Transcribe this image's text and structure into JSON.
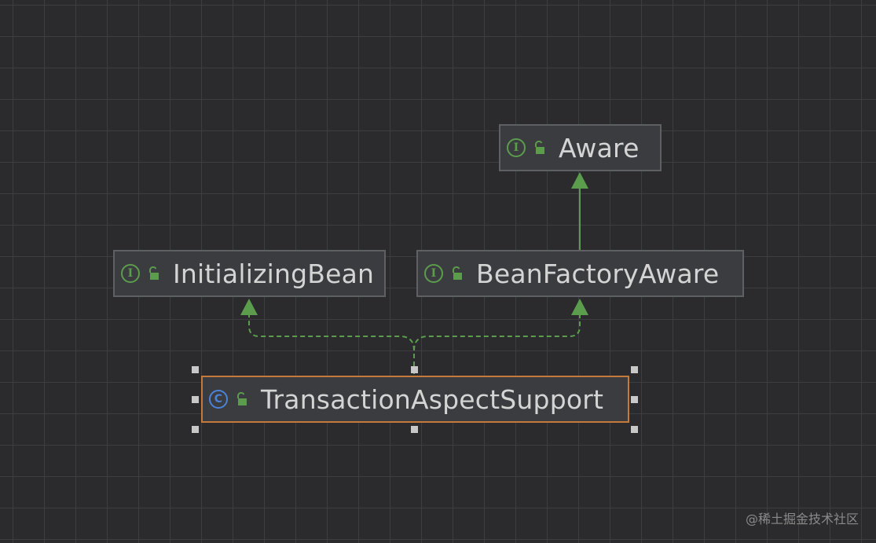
{
  "diagram": {
    "nodes": {
      "aware": {
        "label": "Aware",
        "kind_badge": "I",
        "kind": "interface"
      },
      "initializing_bean": {
        "label": "InitializingBean",
        "kind_badge": "I",
        "kind": "interface"
      },
      "bean_factory_aware": {
        "label": "BeanFactoryAware",
        "kind_badge": "I",
        "kind": "interface"
      },
      "transaction_aspect_support": {
        "label": "TransactionAspectSupport",
        "kind_badge": "C",
        "kind": "class"
      }
    },
    "edges": [
      {
        "from": "bean_factory_aware",
        "to": "aware",
        "style": "solid",
        "relation": "extends"
      },
      {
        "from": "transaction_aspect_support",
        "to": "initializing_bean",
        "style": "dashed",
        "relation": "implements"
      },
      {
        "from": "transaction_aspect_support",
        "to": "bean_factory_aware",
        "style": "dashed",
        "relation": "implements"
      }
    ],
    "selected_node": "transaction_aspect_support"
  },
  "icons": {
    "interface": "interface-badge-icon",
    "class": "class-badge-icon",
    "visibility": "public-lock-icon"
  },
  "colors": {
    "background": "#2b2b2d",
    "grid": "#3d3e41",
    "node_fill": "#3b3c3f",
    "node_border": "#5f6063",
    "selected_border": "#c5793a",
    "edge": "#5c9c4d",
    "interface_badge": "#5c9c4d",
    "class_badge": "#4a83d9",
    "text": "#d4d4d4"
  },
  "watermark": "@稀土掘金技术社区"
}
